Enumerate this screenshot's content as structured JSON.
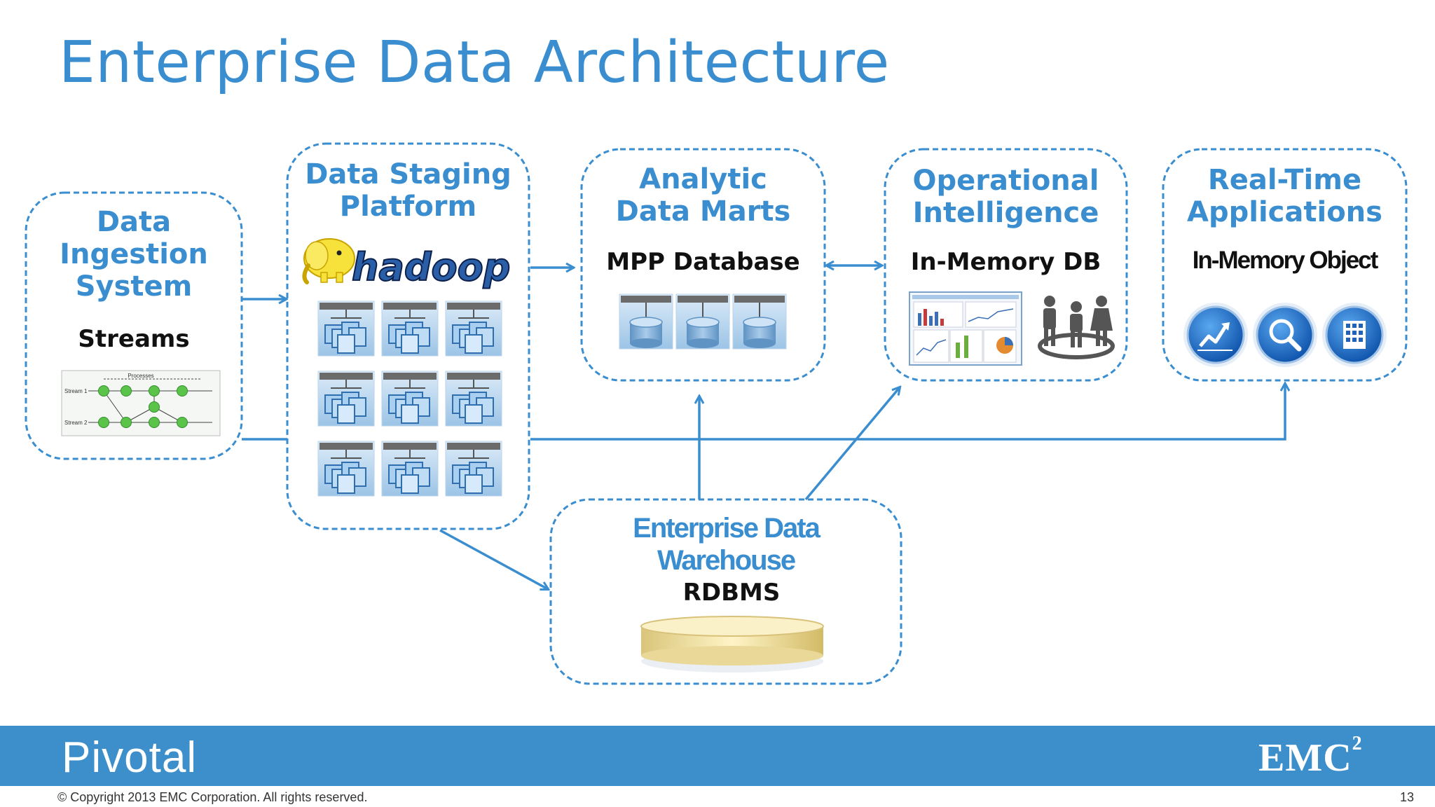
{
  "title": "Enterprise Data Architecture",
  "boxes": {
    "ingestion": {
      "title_lines": [
        "Data",
        "Ingestion",
        "System"
      ],
      "sub": "Streams"
    },
    "staging": {
      "title_lines": [
        "Data Staging",
        "Platform"
      ],
      "logo": "hadoop"
    },
    "marts": {
      "title_lines": [
        "Analytic",
        "Data Marts"
      ],
      "sub": "MPP Database"
    },
    "operational": {
      "title_lines": [
        "Operational",
        "Intelligence"
      ],
      "sub": "In-Memory DB"
    },
    "realtime": {
      "title_lines": [
        "Real-Time",
        "Applications"
      ],
      "sub": "In-Memory Object"
    },
    "warehouse": {
      "title_lines": [
        "Enterprise Data",
        "Warehouse"
      ],
      "sub": "RDBMS"
    }
  },
  "stream_diagram": {
    "header": "Processes",
    "stream1": "Stream 1",
    "stream2": "Stream 2"
  },
  "icons": {
    "hadoop_elephant": "hadoop-elephant-icon",
    "server_cluster": "server-cluster-icon",
    "database_cylinder": "database-cylinder-icon",
    "dashboard": "dashboard-icon",
    "people": "people-icon",
    "chart_circle": "chart-circle-icon",
    "search_circle": "search-circle-icon",
    "building_circle": "building-circle-icon"
  },
  "colors": {
    "accent": "#3a8ed0",
    "footer": "#3d8fcc",
    "arrow": "#3a8ed0"
  },
  "footer": {
    "left_logo": "Pivotal",
    "right_logo": "EMC",
    "right_logo_sup": "2",
    "copyright": "© Copyright 2013 EMC Corporation. All rights reserved.",
    "page_number": "13"
  }
}
